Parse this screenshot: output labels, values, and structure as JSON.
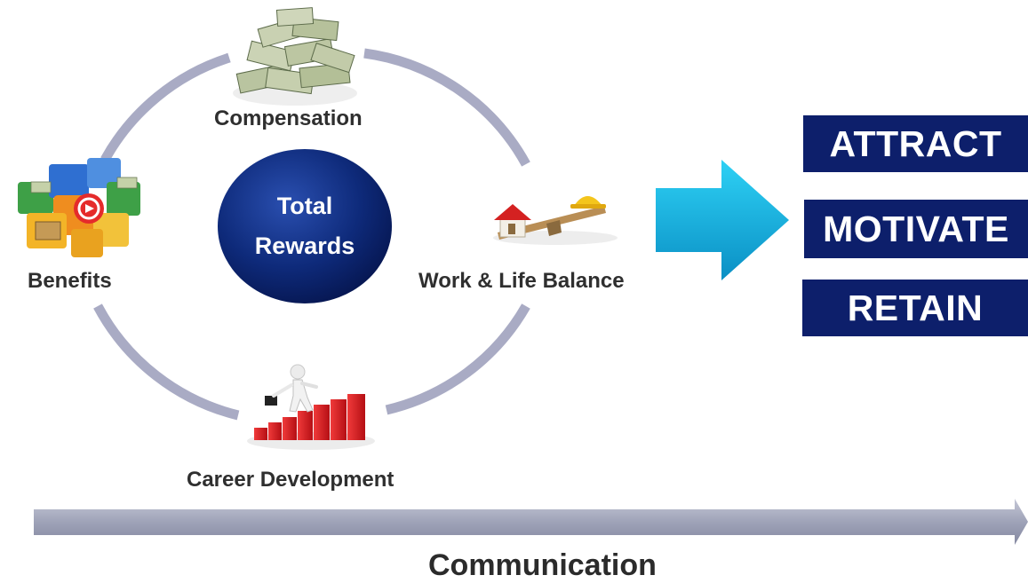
{
  "center": {
    "line1": "Total",
    "line2": "Rewards"
  },
  "elements": {
    "compensation": "Compensation",
    "benefits": "Benefits",
    "work_life": "Work & Life Balance",
    "career": "Career Development"
  },
  "outcomes": [
    "ATTRACT",
    "MOTIVATE",
    "RETAIN"
  ],
  "footer": {
    "communication": "Communication"
  },
  "colors": {
    "ring": "#a9abc4",
    "center_fill": "#0e2a7a",
    "outcome_box": "#0d1f6b",
    "arrow_cyan": "#0aa8d8",
    "communication_arrow": "#9fa3b8",
    "career_bars": "#d4151b"
  },
  "icons": [
    "money-stack-icon",
    "puzzle-pieces-icon",
    "house-helmet-seesaw-icon",
    "career-stairs-icon"
  ]
}
